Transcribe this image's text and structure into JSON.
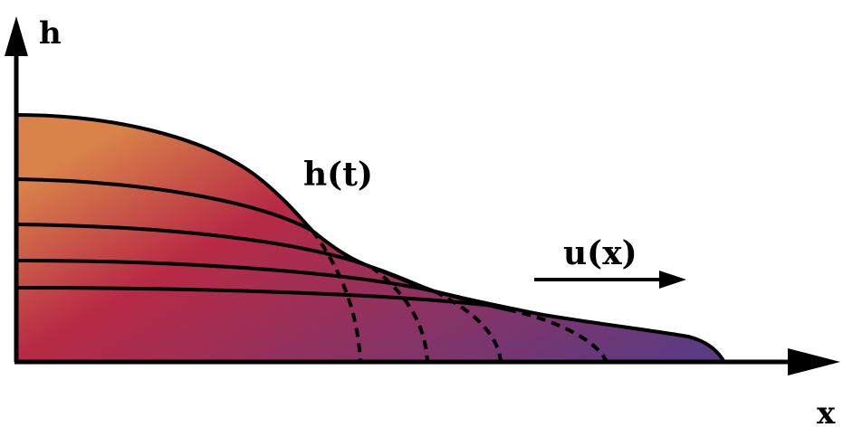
{
  "labels": {
    "y_axis": "h",
    "x_axis": "x",
    "height_curve": "h(t)",
    "velocity": "u(x)"
  },
  "colors": {
    "gradient_start": "#d9824a",
    "gradient_mid": "#b82a45",
    "gradient_end": "#5b3b83",
    "stroke": "#000000"
  }
}
